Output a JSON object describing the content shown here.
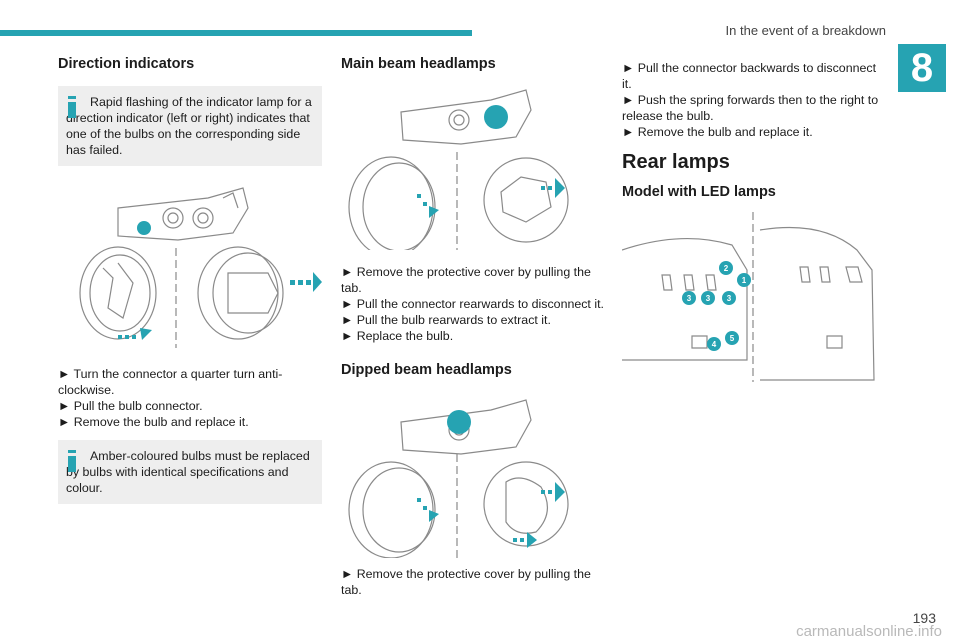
{
  "header": {
    "running_head": "In the event of a breakdown",
    "chapter": "8",
    "accent_color": "#26a3b2"
  },
  "footer": {
    "page_number": "193",
    "watermark": "carmanualsonline.info"
  },
  "col1": {
    "title": "Direction indicators",
    "note1": "Rapid flashing of the indicator lamp for a direction indicator (left or right) indicates that one of the bulbs on the corresponding side has failed.",
    "steps": [
      "► Turn the connector a quarter turn anti-clockwise.",
      "► Pull the bulb connector.",
      "► Remove the bulb and replace it."
    ],
    "note2": "Amber-coloured bulbs must be replaced by bulbs with identical specifications and colour."
  },
  "col2": {
    "main_title": "Main beam headlamps",
    "main_steps": [
      "► Remove the protective cover by pulling the tab.",
      "► Pull the connector rearwards to disconnect it.",
      "► Pull the bulb rearwards to extract it.",
      "► Replace the bulb."
    ],
    "dipped_title": "Dipped beam headlamps",
    "dipped_steps": [
      "► Remove the protective cover by pulling the tab."
    ]
  },
  "col3": {
    "steps": [
      "► Pull the connector backwards to disconnect it.",
      "► Push the spring forwards then to the right to release the bulb.",
      "► Remove the bulb and replace it."
    ],
    "rear_title": "Rear lamps",
    "led_title": "Model with LED lamps",
    "callouts": [
      "1",
      "2",
      "3",
      "3",
      "3",
      "4",
      "5"
    ]
  }
}
